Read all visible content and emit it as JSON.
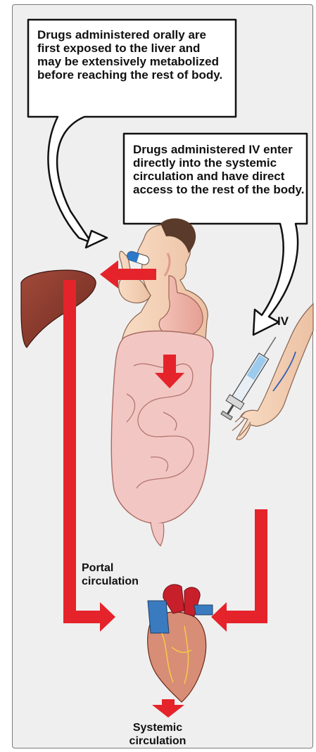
{
  "callouts": {
    "oral": "Drugs administered orally are first exposed to the liver and may be extensively metabolized before reaching the rest of body.",
    "iv": "Drugs administered IV enter directly into the systemic circulation and have direct access to the rest of the body."
  },
  "labels": {
    "iv": "IV",
    "portal": "Portal circulation",
    "systemic": "Systemic circulation"
  },
  "colors": {
    "arrow": "#e5232b",
    "frame_bg": "#efefef",
    "skin": "#f6d6bd",
    "liver": "#8b3a2e",
    "intestine": "#f1c6c4",
    "heart_red": "#c8202b",
    "heart_blue": "#3a7bbf"
  }
}
